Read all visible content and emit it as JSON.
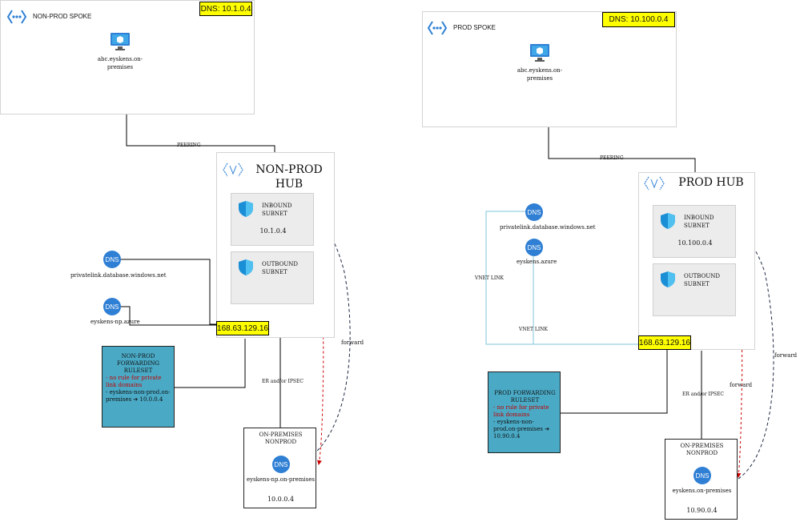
{
  "left": {
    "spoke": {
      "title": "NON-PROD SPOKE",
      "dns": "DNS: 10.1.0.4",
      "vm_label": "abc.eyskens.on-premises"
    },
    "peering": "PEERING",
    "hub": {
      "title": "NON-PROD HUB",
      "inbound": {
        "label": "INBOUND SUBNET",
        "ip": "10.1.0.4"
      },
      "outbound": {
        "label": "OUTBOUND SUBNET"
      }
    },
    "zones": [
      {
        "icon_text": "DNS",
        "label": "privatelink.database.windows.net"
      },
      {
        "icon_text": "DNS",
        "label": "eyskens-np.azure"
      }
    ],
    "endpoint_ip": "168.63.129.16",
    "ruleset": {
      "title": "NON-PROD FORWARDING RULESET",
      "line1": "- no rule for private link domains",
      "line2": "- eyskens-non-prod.on-premises ➔ 10.0.0.4"
    },
    "er_label": "ER and/or IPSEC",
    "forward": "forward",
    "onprem": {
      "title": "ON-PREMISES NONPROD",
      "icon_text": "DNS",
      "dns_label": "eyskens-np.on-premises",
      "ip": "10.0.0.4"
    }
  },
  "right": {
    "spoke": {
      "title": "PROD SPOKE",
      "dns": "DNS: 10.100.0.4",
      "vm_label": "abc.eyskens.on-premises"
    },
    "peering": "PEERING",
    "hub": {
      "title": "PROD HUB",
      "inbound": {
        "label": "INBOUND SUBNET",
        "ip": "10.100.0.4"
      },
      "outbound": {
        "label": "OUTBOUND SUBNET"
      }
    },
    "zones": [
      {
        "icon_text": "DNS",
        "label": "privatelink.database.windows.net"
      },
      {
        "icon_text": "DNS",
        "label": "eyskens.azure"
      }
    ],
    "vnet_link_1": "VNET LINK",
    "vnet_link_2": "VNET LINK",
    "endpoint_ip": "168.63.129.16",
    "ruleset": {
      "title": "PROD FORWARDING RULESET",
      "line1": "- no rule for private link domains",
      "line2": "- eyskens-non-prod.on-premises ➔ 10.90.0.4"
    },
    "er_label": "ER and/or IPSEC",
    "forward1": "forward",
    "forward2": "forward",
    "onprem": {
      "title": "ON-PREMISES NONPROD",
      "icon_text": "DNS",
      "dns_label": "eyskens.on-premises",
      "ip": "10.90.0.4"
    }
  },
  "colors": {
    "badge_yellow": "#ffff00",
    "ruleset_teal": "#4aaac6",
    "dns_blue": "#2f7fd4",
    "vnet_link_cyan": "#7fc4d8",
    "forward_red": "#cc0000",
    "forward_dark": "#1f2a44"
  }
}
